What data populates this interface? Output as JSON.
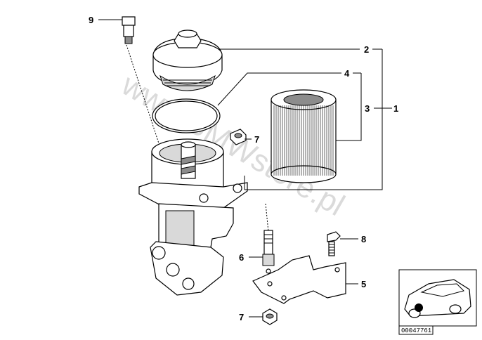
{
  "watermark": "www.BMWstore.pl",
  "callouts": {
    "c1": "1",
    "c2": "2",
    "c3": "3",
    "c4": "4",
    "c5": "5",
    "c6": "6",
    "c7a": "7",
    "c7b": "7",
    "c8": "8",
    "c9": "9"
  },
  "reference_number": "00047761"
}
